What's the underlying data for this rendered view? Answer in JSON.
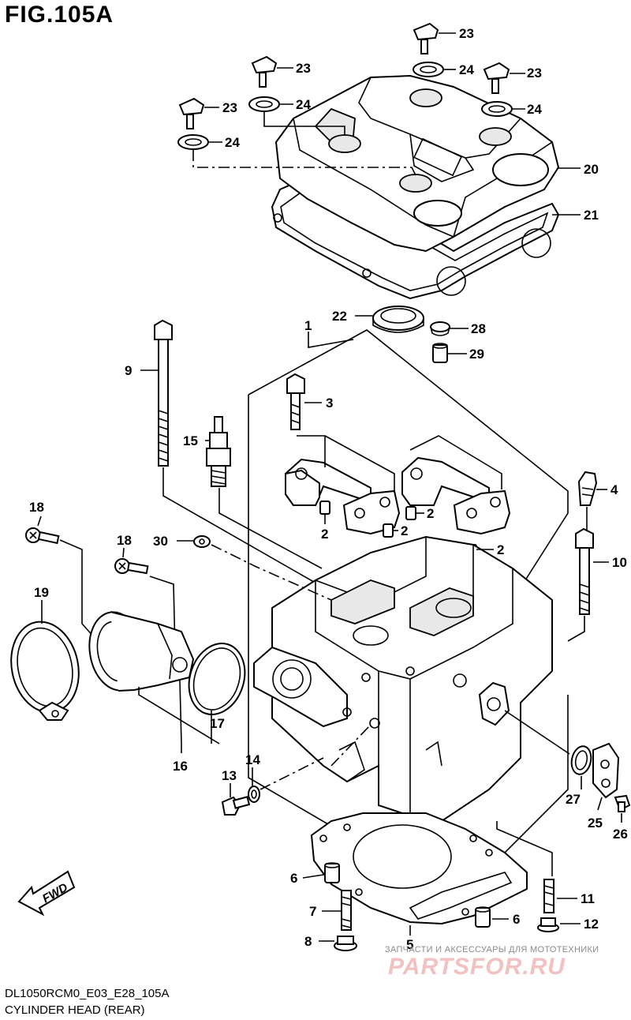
{
  "figure": {
    "title": "FIG.105A",
    "model_code": "DL1050RCM0_E03_E28_105A",
    "caption": "CYLINDER HEAD (REAR)",
    "fwd_label": "FWD"
  },
  "watermark": {
    "subtitle": "ЗАПЧАСТИ И АКСЕССУАРЫ ДЛЯ МОТОТЕХНИКИ",
    "logo": "PARTSFOR.RU"
  },
  "callouts": [
    {
      "id": "c23a",
      "label": "23"
    },
    {
      "id": "c24a",
      "label": "24"
    },
    {
      "id": "c23b",
      "label": "23"
    },
    {
      "id": "c24b",
      "label": "24"
    },
    {
      "id": "c23c",
      "label": "23"
    },
    {
      "id": "c24c",
      "label": "24"
    },
    {
      "id": "c23d",
      "label": "23"
    },
    {
      "id": "c24d",
      "label": "24"
    },
    {
      "id": "c20",
      "label": "20"
    },
    {
      "id": "c21",
      "label": "21"
    },
    {
      "id": "c22",
      "label": "22"
    },
    {
      "id": "c28",
      "label": "28"
    },
    {
      "id": "c29",
      "label": "29"
    },
    {
      "id": "c1",
      "label": "1"
    },
    {
      "id": "c9",
      "label": "9"
    },
    {
      "id": "c3",
      "label": "3"
    },
    {
      "id": "c15",
      "label": "15"
    },
    {
      "id": "c4",
      "label": "4"
    },
    {
      "id": "c2a",
      "label": "2"
    },
    {
      "id": "c2b",
      "label": "2"
    },
    {
      "id": "c2c",
      "label": "2"
    },
    {
      "id": "c2d",
      "label": "2"
    },
    {
      "id": "c18a",
      "label": "18"
    },
    {
      "id": "c18b",
      "label": "18"
    },
    {
      "id": "c30",
      "label": "30"
    },
    {
      "id": "c10",
      "label": "10"
    },
    {
      "id": "c19",
      "label": "19"
    },
    {
      "id": "c17",
      "label": "17"
    },
    {
      "id": "c16",
      "label": "16"
    },
    {
      "id": "c13",
      "label": "13"
    },
    {
      "id": "c14",
      "label": "14"
    },
    {
      "id": "c27",
      "label": "27"
    },
    {
      "id": "c25",
      "label": "25"
    },
    {
      "id": "c26",
      "label": "26"
    },
    {
      "id": "c6a",
      "label": "6"
    },
    {
      "id": "c7",
      "label": "7"
    },
    {
      "id": "c8",
      "label": "8"
    },
    {
      "id": "c5",
      "label": "5"
    },
    {
      "id": "c11",
      "label": "11"
    },
    {
      "id": "c6b",
      "label": "6"
    },
    {
      "id": "c12",
      "label": "12"
    }
  ]
}
